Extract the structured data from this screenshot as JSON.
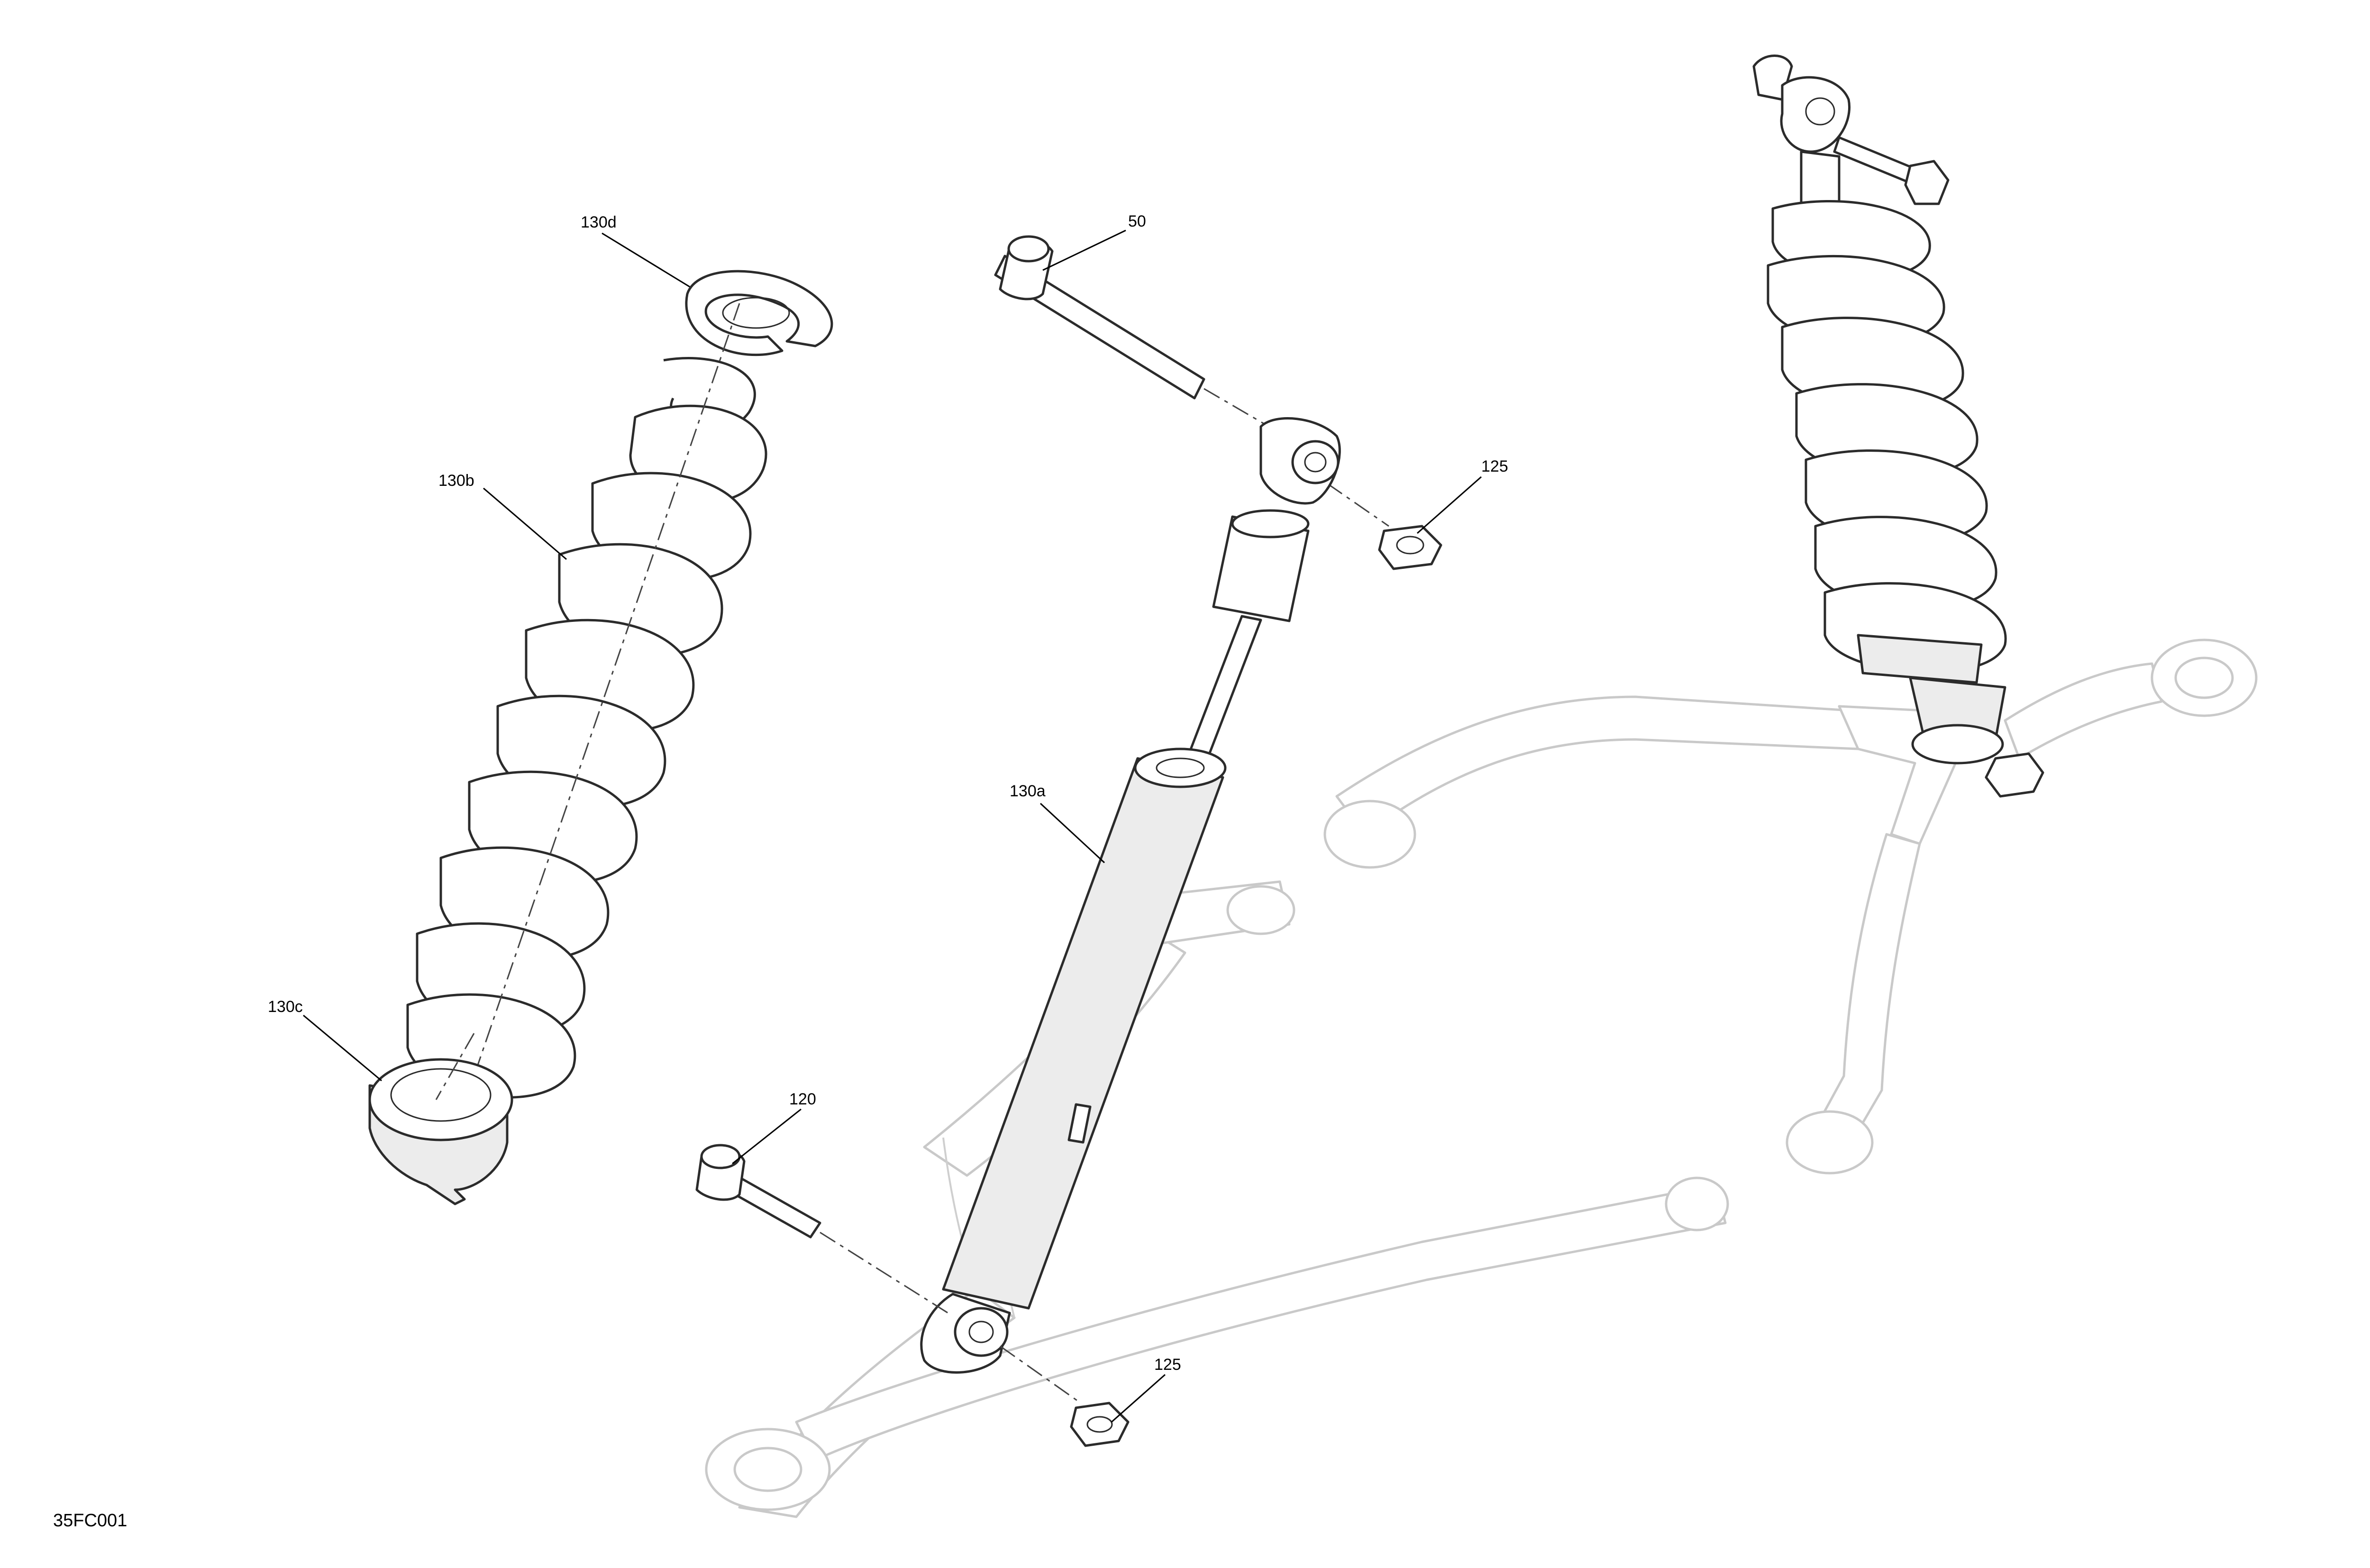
{
  "figure_id": "35FC001",
  "callouts": {
    "c130d": "130d",
    "c130b": "130b",
    "c130c": "130c",
    "c50": "50",
    "c125_top": "125",
    "c130a": "130a",
    "c120": "120",
    "c125_bottom": "125"
  }
}
